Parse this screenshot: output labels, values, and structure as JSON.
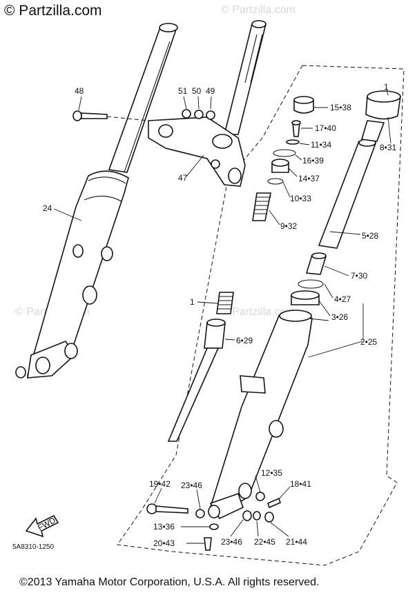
{
  "watermarks": {
    "top_left": "© Partzilla.com",
    "top_center": "© Partzilla.com",
    "mid_left": "© Partzilla.com",
    "mid_center": "© Partzilla.com"
  },
  "copyright": "©2013  Yamaha Motor Corporation, U.S.A. All rights reserved.",
  "drawing_code": "5A8310-1250",
  "direction_label": "FWD",
  "callouts": {
    "p1": "1",
    "p1b": "1",
    "p24": "24",
    "p47": "47",
    "p48": "48",
    "p49": "49",
    "p50": "50",
    "p51": "51",
    "p2_25": "2•25",
    "p3_26": "3•26",
    "p4_27": "4•27",
    "p5_28": "5•28",
    "p6_29": "6•29",
    "p7_30": "7•30",
    "p8_31": "8•31",
    "p9_32": "9•32",
    "p10_33": "10•33",
    "p11_34": "11•34",
    "p12_35": "12•35",
    "p13_36": "13•36",
    "p14_37": "14•37",
    "p15_38": "15•38",
    "p16_39": "16•39",
    "p17_40": "17•40",
    "p18_41": "18•41",
    "p19_42": "19•42",
    "p20_43": "20•43",
    "p21_44": "21•44",
    "p22_45": "22•45",
    "p23_46a": "23•46",
    "p23_46b": "23•46"
  },
  "colors": {
    "ink": "#111111",
    "watermark": "#d8d8d8",
    "background": "#ffffff"
  }
}
